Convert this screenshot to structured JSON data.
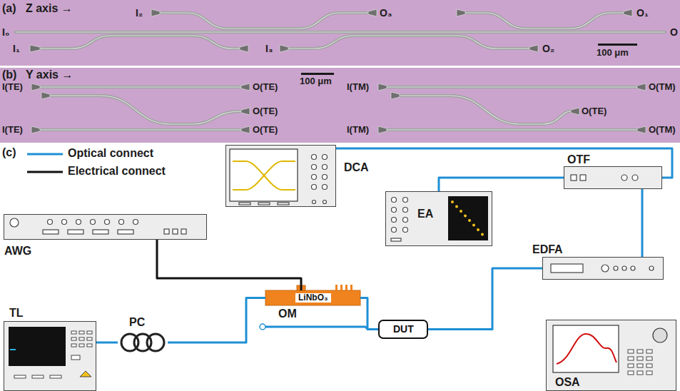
{
  "diagram": {
    "nodes": [
      {
        "text": [
          "DCA"
        ]
      },
      {
        "text": [
          "EA"
        ]
      },
      {
        "text": [
          "OTF"
        ]
      },
      {
        "text": [
          "EDFA"
        ]
      },
      {
        "text": [
          "AWG"
        ]
      },
      {
        "text": [
          "LiNbO₃",
          "OM"
        ]
      },
      {
        "text": [
          "TL"
        ]
      },
      {
        "text": [
          "PC"
        ]
      },
      {
        "text": [
          "DUT"
        ]
      },
      {
        "text": [
          "OSA"
        ]
      }
    ],
    "edges": [
      {
        "from": 4,
        "to": 5,
        "arrow": "none"
      },
      {
        "from": 6,
        "to": 7,
        "arrow": "none"
      },
      {
        "from": 7,
        "to": 5,
        "arrow": "none"
      },
      {
        "from": 5,
        "to": 8,
        "arrow": "none"
      },
      {
        "from": 8,
        "to": 3,
        "arrow": "none"
      },
      {
        "from": 3,
        "to": 2,
        "arrow": "none"
      },
      {
        "from": 2,
        "to": 0,
        "arrow": "none"
      },
      {
        "from": 2,
        "to": 1,
        "arrow": "none"
      }
    ],
    "labels": [
      "(a)",
      "Z axis →",
      "I₀",
      "I₂",
      "O₃",
      "O₁",
      "O",
      "I₁",
      "I₃",
      "O₂",
      "100 μm",
      "(b)",
      "Y axis →",
      "I(TE)",
      "O(TE)",
      "O(TE)",
      "I(TE)",
      "O(TE)",
      "100 μm",
      "I(TM)",
      "O(TM)",
      "O(TE)",
      "I(TM)",
      "O(TM)",
      "(c)"
    ],
    "legend": [
      {
        "text": "Optical connect"
      },
      {
        "text": "Electrical connect"
      }
    ]
  }
}
